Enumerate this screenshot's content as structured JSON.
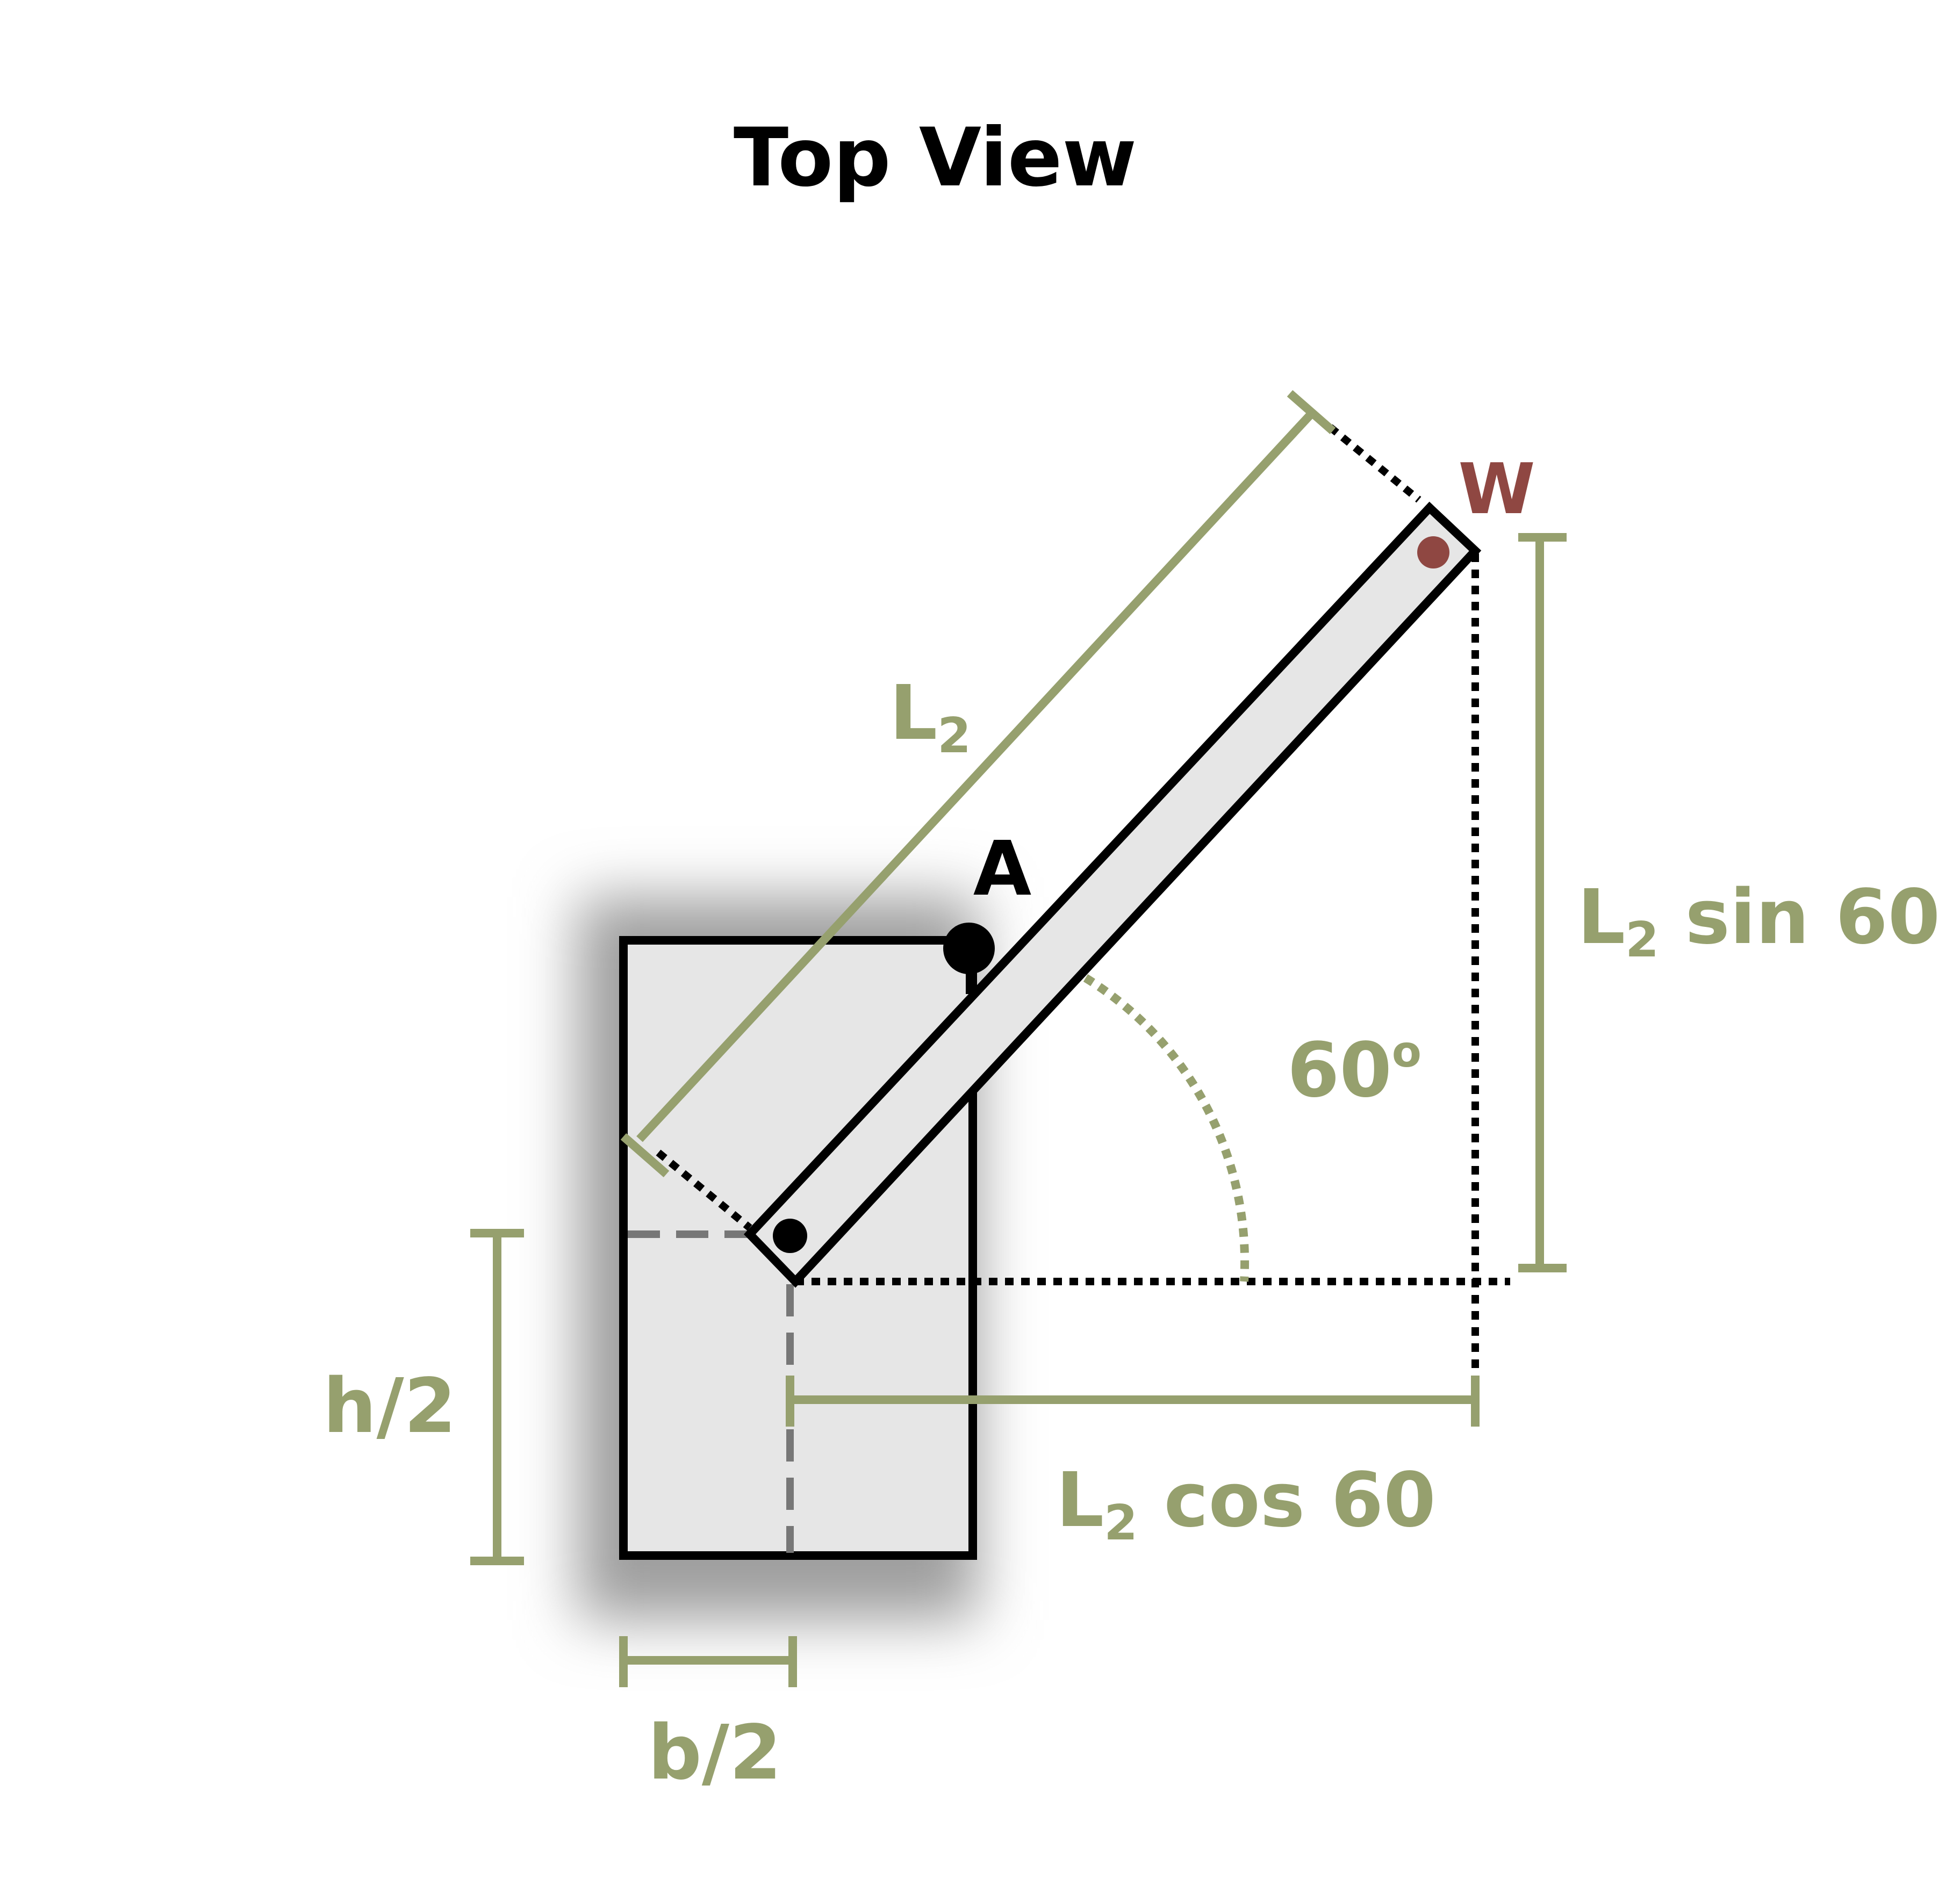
{
  "title": "Top View",
  "labels": {
    "point_a": "A",
    "point_w": "W",
    "length": "L",
    "length_subscript": "2",
    "angle": "60",
    "angle_degree_mark": "o",
    "vertical_component_tail": " sin 60",
    "horizontal_component_tail": " cos 60",
    "half_height": "h/2",
    "half_base": "b/2"
  },
  "colors": {
    "dimension": "#96a06e",
    "load": "#8f4742",
    "outline": "#000000",
    "fill": "#e6e6e6",
    "shadow": "#9e9e9e",
    "guide": "#777777"
  },
  "angle_deg": 60
}
